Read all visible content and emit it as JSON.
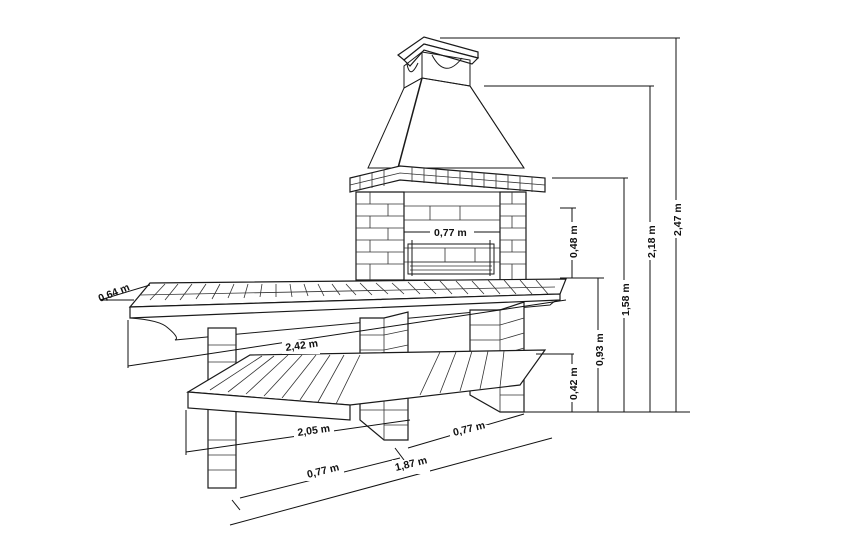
{
  "diagram": {
    "subject": "Brick barbecue with chimney hood, side worktop and lower shelf",
    "dimensions": {
      "depth": "0,64 m",
      "grill_width": "0,77 m",
      "firebox_height": "0,48 m",
      "worktop_length": "2,42 m",
      "shelf_length": "2,05 m",
      "shelf_span_front": "0,77 m",
      "shelf_span_right": "0,77 m",
      "base_length": "1,87 m",
      "shelf_height": "0,42 m",
      "worktop_height": "0,93 m",
      "hood_base_height": "1,58 m",
      "hood_top_height": "2,18 m",
      "total_height": "2,47 m"
    }
  }
}
